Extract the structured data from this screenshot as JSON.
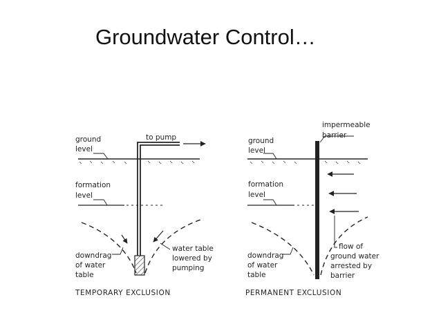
{
  "slide": {
    "title": "Groundwater Control…"
  },
  "left": {
    "to_pump": "to pump",
    "ground_1": "ground",
    "ground_2": "level",
    "formation_1": "formation",
    "formation_2": "level",
    "downdrag_1": "downdrag",
    "downdrag_2": "of water",
    "downdrag_3": "table",
    "water_table_1": "water table",
    "water_table_2": "lowered by",
    "water_table_3": "pumping",
    "caption": "TEMPORARY EXCLUSION"
  },
  "right": {
    "barrier_1": "impermeable",
    "barrier_2": "barrier",
    "ground_1": "ground",
    "ground_2": "level",
    "formation_1": "formation",
    "formation_2": "level",
    "downdrag_1": "downdrag",
    "downdrag_2": "of water",
    "downdrag_3": "table",
    "flow_1": "flow of",
    "flow_2": "ground water",
    "flow_3": "arrested by",
    "flow_4": "barrier",
    "caption": "PERMANENT EXCLUSION"
  }
}
